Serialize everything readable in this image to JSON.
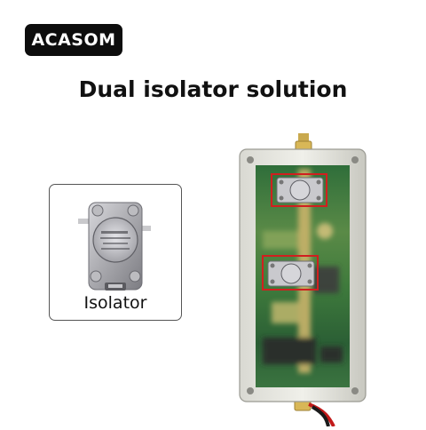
{
  "brand": {
    "logo_text": "ACASOM"
  },
  "headline": "Dual isolator solution",
  "isolator_card": {
    "caption": "Isolator",
    "icon": "isolator-component-photo"
  },
  "module": {
    "icon": "pcb-module-photo",
    "isolator_count": 2,
    "highlight_color": "#d11f1f"
  },
  "colors": {
    "title": "#111111",
    "brand_bg": "#0d0d0d",
    "brand_text": "#ffffff",
    "card_border": "#555555"
  }
}
